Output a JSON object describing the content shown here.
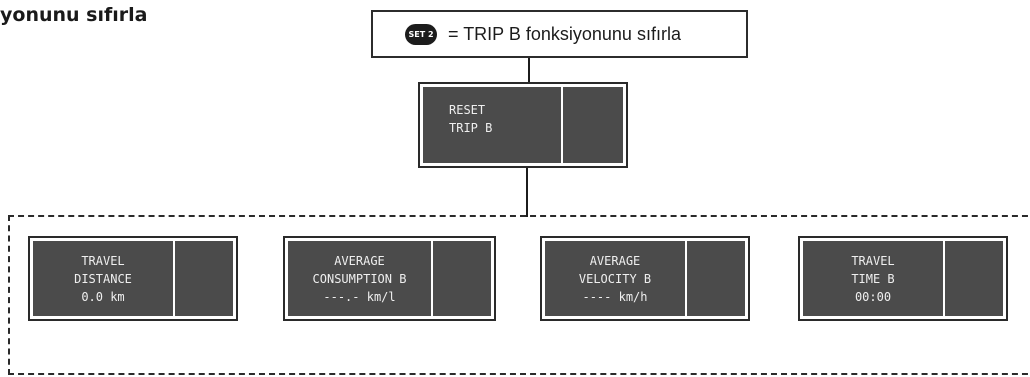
{
  "heading": "yonunu sıfırla",
  "legend": {
    "button_label": "SET 2",
    "text": "= TRIP B fonksiyonunu sıfırla"
  },
  "reset_display": {
    "lines": [
      "RESET",
      "TRIP B"
    ]
  },
  "displays": [
    {
      "lines": [
        "TRAVEL",
        "DISTANCE",
        "0.0 km"
      ]
    },
    {
      "lines": [
        "AVERAGE",
        "CONSUMPTION B",
        "---.- km/l"
      ]
    },
    {
      "lines": [
        "AVERAGE",
        "VELOCITY B",
        "---- km/h"
      ]
    },
    {
      "lines": [
        "TRAVEL",
        "TIME B",
        "00:00"
      ]
    }
  ]
}
